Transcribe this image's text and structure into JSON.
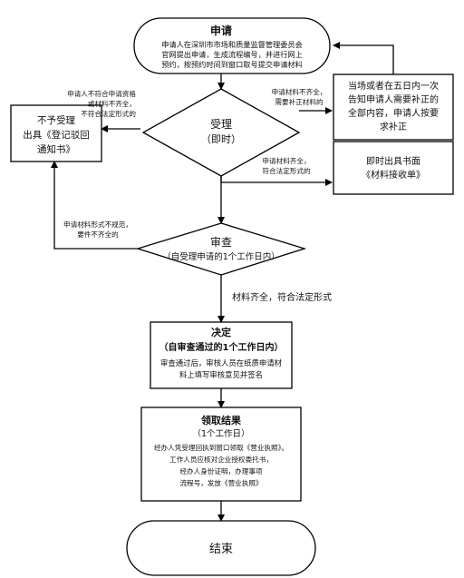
{
  "nodes": {
    "apply": {
      "title": "申请",
      "lines": [
        "申请人在深圳市市场和质量监督管理委员会",
        "官网提出申请，生成流程编号，并进行网上",
        "预约，按预约时间到窗口取号提交申请材料"
      ]
    },
    "accept": {
      "title": "受理",
      "subtitle": "（即时）"
    },
    "reject": {
      "lines": [
        "不予受理",
        "出具《登记驳回",
        "通知书》"
      ]
    },
    "supplement": {
      "lines": [
        "当场或者在五日内一次",
        "告知申请人需要补正的",
        "全部内容，申请人按要",
        "求补正"
      ]
    },
    "receipt": {
      "lines": [
        "即时出具书面",
        "《材料接收单》"
      ]
    },
    "review": {
      "title": "审查",
      "subtitle": "（自受理申请的1个工作日内）"
    },
    "decide": {
      "title": "决定",
      "subtitle": "（自审查通过的1个工作日内）",
      "lines": [
        "审查通过后，审核人员在纸质申请材",
        "料上填写审核意见并签名"
      ]
    },
    "collect": {
      "title": "领取结果",
      "subtitle": "（1个工作日）",
      "lines": [
        "经办人凭受理回执到窗口领取《营业执照》。",
        "工作人员应核对企业授权委托书，",
        "经办人身份证明，办理事项",
        "流程号，发放《营业执照》"
      ]
    },
    "end": {
      "title": "结束"
    }
  },
  "edge_labels": {
    "not_qualified": [
      "申请人不符合申请资格",
      "或材料不齐全，",
      "不符合法定形式的"
    ],
    "incomplete": [
      "申请材料不齐全，",
      "需要补正材料的"
    ],
    "complete": [
      "申请材料齐全，",
      "符合法定形式的"
    ],
    "irregular": [
      "申请材料形式不规范，",
      "要件不齐全的"
    ],
    "review_pass": [
      "材料齐全，符合法定形式"
    ]
  },
  "colors": {
    "stroke": "#000000",
    "text": "#111111",
    "background": "#ffffff"
  }
}
